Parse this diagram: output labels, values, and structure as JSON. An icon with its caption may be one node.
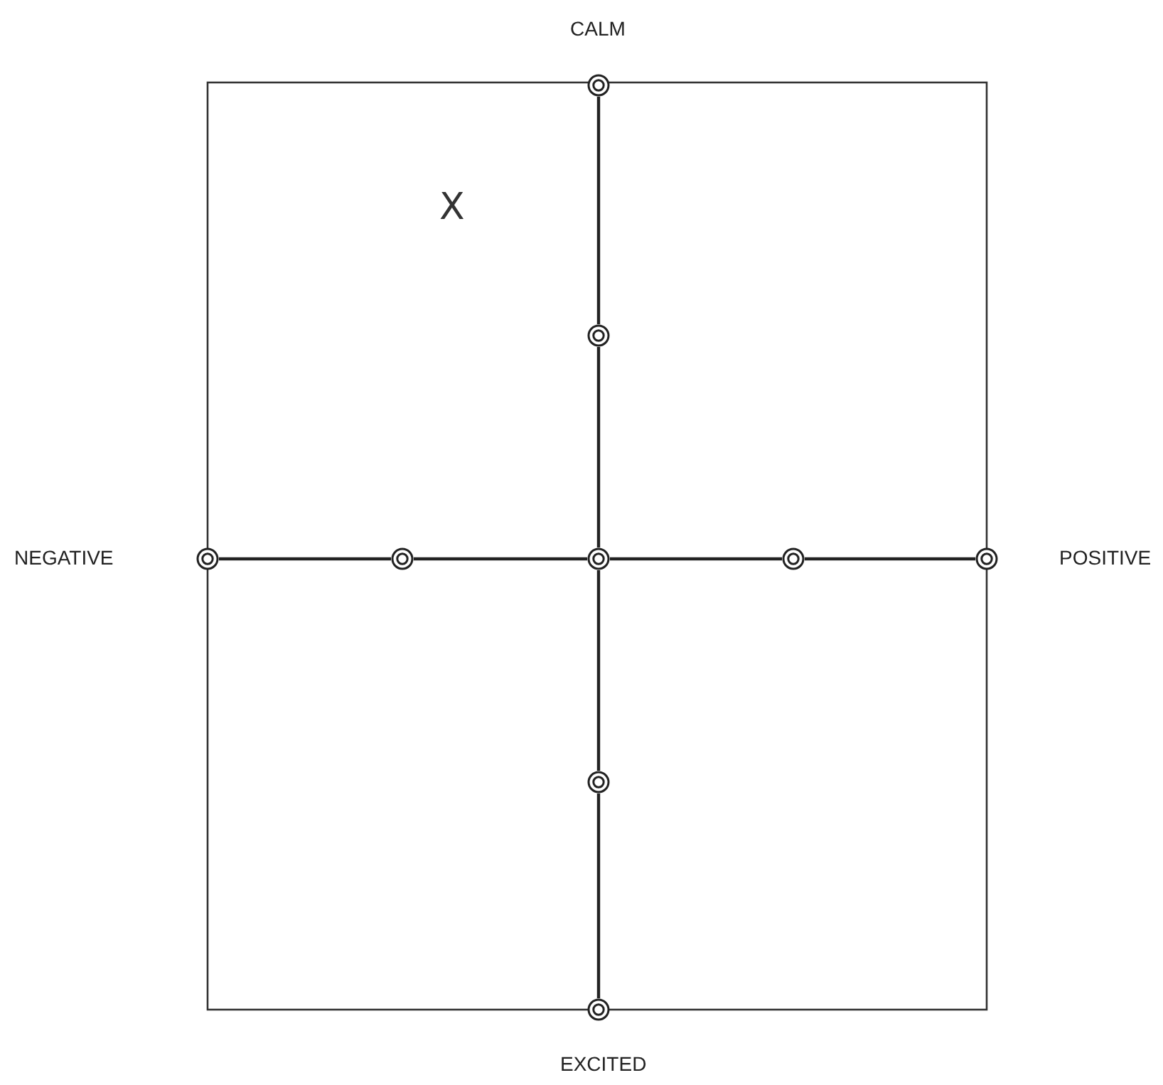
{
  "diagram": {
    "nodes": [
      {
        "text": [],
        "shape": "circle"
      },
      {
        "text": [],
        "shape": "circle"
      },
      {
        "text": [],
        "shape": "circle"
      },
      {
        "text": [],
        "shape": "circle"
      },
      {
        "text": [],
        "shape": "circle"
      },
      {
        "text": [],
        "shape": "circle"
      },
      {
        "text": [],
        "shape": "circle"
      },
      {
        "text": [],
        "shape": "circle"
      },
      {
        "text": [],
        "shape": "circle"
      }
    ],
    "edges": [
      {
        "from": 0,
        "to": 1,
        "arrow": "none"
      },
      {
        "from": 1,
        "to": 4,
        "arrow": "none"
      },
      {
        "from": 2,
        "to": 3,
        "arrow": "none"
      },
      {
        "from": 3,
        "to": 4,
        "arrow": "none"
      },
      {
        "from": 4,
        "to": 5,
        "arrow": "none"
      },
      {
        "from": 5,
        "to": 6,
        "arrow": "none"
      },
      {
        "from": 4,
        "to": 7,
        "arrow": "none"
      },
      {
        "from": 7,
        "to": 8,
        "arrow": "none"
      }
    ],
    "labels": [
      "CALM",
      "X",
      "NEGATIVE",
      "POSITIVE",
      "EXCITED"
    ]
  }
}
